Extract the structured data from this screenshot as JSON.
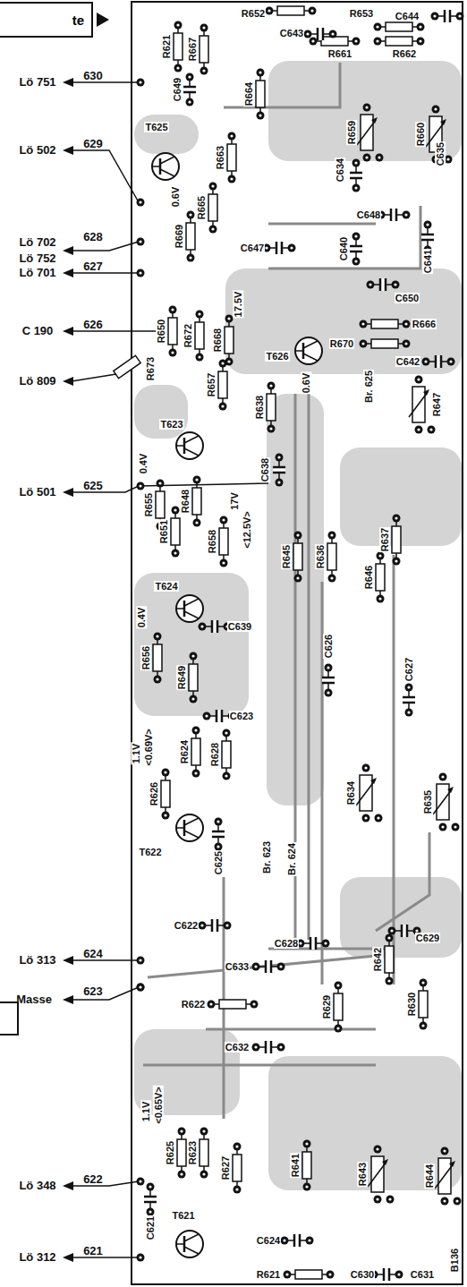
{
  "diagram": {
    "nodes": [
      {
        "text": [
          "te"
        ]
      }
    ],
    "labels": [
      "Lö 751",
      "630",
      "Lö 502",
      "629",
      "Lö 702",
      "Lö 752",
      "628",
      "Lö 701",
      "627",
      "C 190",
      "626",
      "Lö 809",
      "Lö 501",
      "625",
      "Lö 313",
      "624",
      "Masse",
      "623",
      "Lö 348",
      "622",
      "Lö 312",
      "621",
      "R652",
      "C643",
      "R653",
      "C644",
      "R661",
      "R662",
      "R621",
      "R667",
      "C649",
      "R664",
      "R659",
      "R660",
      "C634",
      "C635",
      "T625",
      "0.6V",
      "R663",
      "R665",
      "R669",
      "C648",
      "C641",
      "C647",
      "C640",
      "C650",
      "17.5V",
      "R672",
      "R650",
      "R668",
      "R673",
      "R657",
      "T626",
      "R666",
      "R670",
      "0.6V",
      "C642",
      "Br. 625",
      "R647",
      "T623",
      "0.4V",
      "C638",
      "R638",
      "R655",
      "R648",
      "R651",
      "R658",
      "17V",
      "<12.5V>",
      "R645",
      "R636",
      "R637",
      "R646",
      "T624",
      "0.4V",
      "C639",
      "R656",
      "R649",
      "C623",
      "C626",
      "C627",
      "1.1V",
      "<0.69V>",
      "R624",
      "R628",
      "R626",
      "R634",
      "R635",
      "T622",
      "C625",
      "Br. 623",
      "Br. 624",
      "C622",
      "C628",
      "C629",
      "C633",
      "R642",
      "R622",
      "R629",
      "R630",
      "C632",
      "1.1V",
      "<0.65V>",
      "R625",
      "R623",
      "R627",
      "R641",
      "R643",
      "R644",
      "C621",
      "T621",
      "C624",
      "R621",
      "C630",
      "C631",
      "B136"
    ]
  }
}
